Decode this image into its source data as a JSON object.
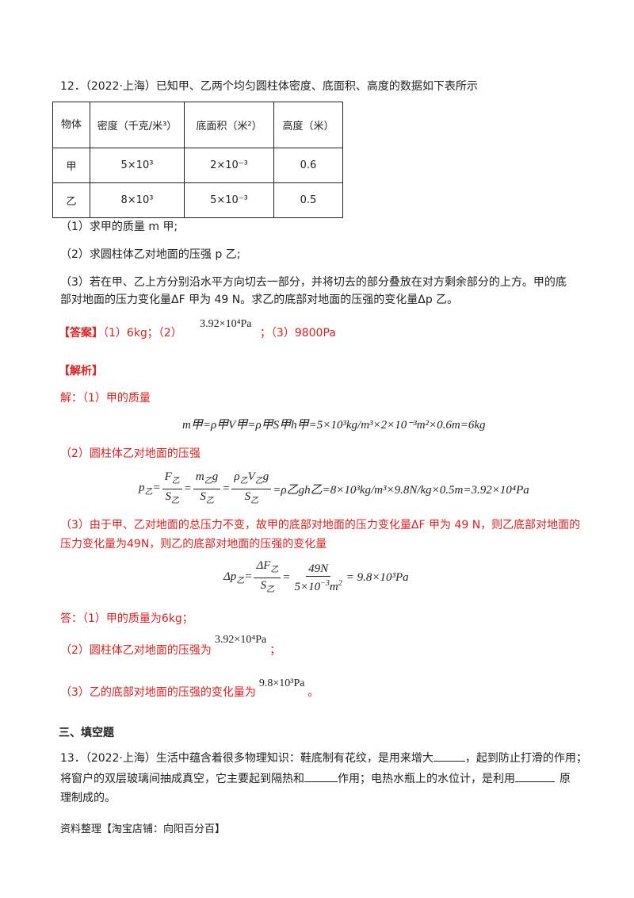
{
  "q12": {
    "intro": "12．（2022·上海）已知甲、乙两个均匀圆柱体密度、底面积、高度的数据如下表所示",
    "table": {
      "header": [
        "物体",
        "密度（千克/米³）",
        "底面积（米²）",
        "高度（米）"
      ],
      "rows": [
        [
          "甲",
          "5×10³",
          "2×10⁻³",
          "0.6"
        ],
        [
          "乙",
          "8×10³",
          "5×10⁻³",
          "0.5"
        ]
      ]
    },
    "part1": "（1）求甲的质量 m 甲;",
    "part2": "（2）求圆柱体乙对地面的压强 p 乙;",
    "part3_line1": "（3）若在甲、乙上方分别沿水平方向切去一部分，并将切去的部分叠放在对方剩余部分的上方。甲的底",
    "part3_line2": "部对地面的压力变化量ΔF 甲为 49 N。求乙的底部对地面的压强的变化量Δp 乙。",
    "answer_label": "【答案】",
    "answer_p1": "（1）6kg；（2）",
    "answer_val2": "3.92×10⁴Pa",
    "answer_p3": "；（3）9800Pa",
    "analysis_label": "【解析】",
    "sol_intro": "解：（1）甲的质量",
    "eq1": "m甲=ρ甲V甲=ρ甲S甲h甲=5×10³kg/m³×2×10⁻³m²×0.6m=6kg",
    "sol2": "（2）圆柱体乙对地面的压强",
    "eq2_tail": "=ρ乙gh乙=8×10³kg/m³×9.8N/kg×0.5m=3.92×10⁴Pa",
    "sol3_line1": "（3）由于甲、乙对地面的总压力不变，故甲的底部对地面的压力变化量ΔF 甲为 49 N，则乙底部对地面的",
    "sol3_line2": "压力变化量为49N，则乙的底部对地面的压强的变化量",
    "eq3_tail": "= 9.8×10³Pa",
    "ans_label": "答：（1）甲的质量为6kg；",
    "ans2": "（2）圆柱体乙对地面的压强为",
    "ans2_val": "3.92×10⁴Pa",
    "ans2_end": "；",
    "ans3": "（3）乙的底部对地面的压强的变化量为",
    "ans3_val": "9.8×10³Pa",
    "ans3_end": "。"
  },
  "section3": {
    "title": "三、填空题"
  },
  "q13": {
    "line1": "13．（2022·上海）生活中蕴含着很多物理知识：鞋底制有花纹，是用来增大",
    "line1_end": "，起到防止打滑的作用；",
    "line2": "将窗户的双层玻璃间抽成真空，它主要起到隔热和",
    "line2_mid": "作用；电热水瓶上的水位计，是利用",
    "line2_end": "原",
    "line3": "理制成的。"
  },
  "footer": {
    "text": "资料整理【淘宝店铺：向阳百分百】"
  }
}
